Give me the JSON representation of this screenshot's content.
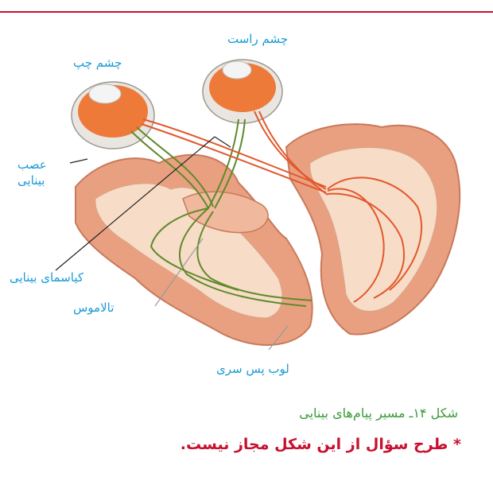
{
  "labels": {
    "right_eye": "چشم راست",
    "left_eye": "چشم چپ",
    "optic_nerve_line1": "عصب",
    "optic_nerve_line2": "بینایی",
    "optic_chiasm": "کیاسمای بینایی",
    "thalamus": "تالاموس",
    "occipital_lobe": "لوب پس سری"
  },
  "caption": "شکل ۱۴ـ مسیر پیام‌های بینایی",
  "note": "* طرح سؤال از این شکل مجاز نیست.",
  "colors": {
    "accent_red": "#c8102e",
    "label_blue": "#1a9ad6",
    "caption_green": "#3a9a3a",
    "nerve_green": "#5f8a2a",
    "nerve_orange": "#e2582c",
    "brain_tissue": "#e8a081",
    "white_matter": "#f7dcc8"
  }
}
